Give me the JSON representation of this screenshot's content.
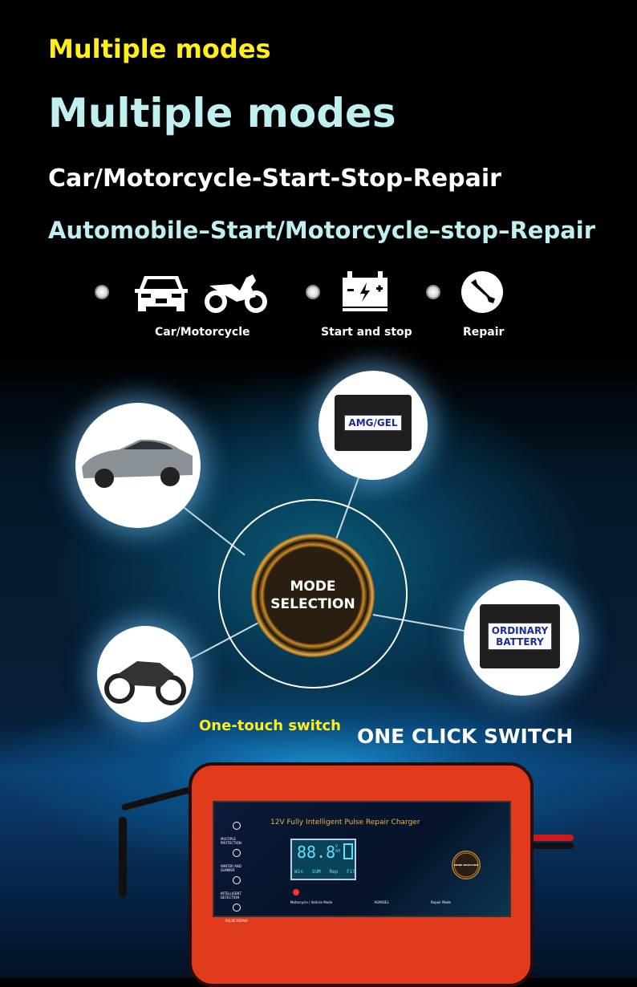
{
  "header": {
    "title_yellow": "Multiple modes",
    "title_large": "Multiple modes",
    "subtitle1": "Car/Motorcycle-Start-Stop-Repair",
    "subtitle2": "Automobile–Start/Motorcycle–stop–Repair"
  },
  "modes": [
    {
      "label": "Car/Motorcycle",
      "icons": [
        "car-icon",
        "motorcycle-icon"
      ]
    },
    {
      "label": "Start and stop",
      "icons": [
        "battery-icon"
      ]
    },
    {
      "label": "Repair",
      "icons": [
        "wrench-icon"
      ]
    }
  ],
  "diagram": {
    "center": [
      "MODE",
      "SELECTION"
    ],
    "battery_agm": "AMG/GEL",
    "battery_ordinary": [
      "ORDINARY",
      "BATTERY"
    ]
  },
  "captions": {
    "one_touch": "One-touch switch",
    "one_click": "ONE CLICK SWITCH"
  },
  "charger": {
    "title": "12V Fully Intelligent Pulse Repair Charger",
    "display": "88.8",
    "units": [
      "V",
      "A",
      "H"
    ],
    "lcd_labels": [
      "Win",
      "SUM",
      "Rep",
      "Fit"
    ],
    "left_labels": [
      "MULTIPLE PROTECTION",
      "WINTER AND SUMMER",
      "INTELLIGENT DETECTION",
      "PULSE REPAIR"
    ],
    "bottom_labels": [
      "Motorcycle / Vehicle Mode",
      "AGM/GEL",
      "Repair Mode"
    ],
    "mode_button": "MODE SELECTION"
  },
  "colors": {
    "yellow": "#ffef1a",
    "cyan": "#bfeff0",
    "red": "#e23a1c",
    "gold": "#e8a840"
  }
}
